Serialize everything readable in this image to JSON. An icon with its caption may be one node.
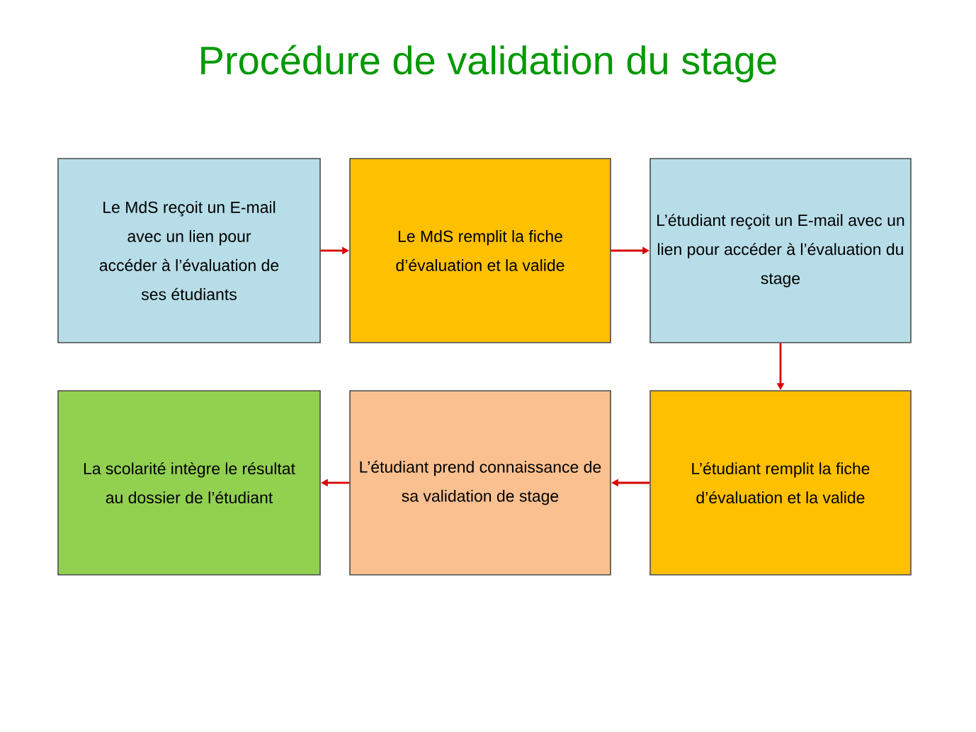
{
  "diagram": {
    "title": "Procédure de validation du stage",
    "nodes": [
      {
        "text": [
          "Le MdS reçoit un E-mail avec un lien pour accéder à l’évaluation de ses étudiants"
        ]
      },
      {
        "text": [
          "Le MdS remplit la fiche d’évaluation et la valide"
        ]
      },
      {
        "text": [
          "L’étudiant reçoit un E-mail avec un lien pour accéder à l’évaluation du stage"
        ]
      },
      {
        "text": [
          "L’étudiant remplit la fiche d’évaluation et la valide"
        ]
      },
      {
        "text": [
          "L’étudiant prend connaissance de sa validation de stage"
        ]
      },
      {
        "text": [
          "La scolarité intègre le résultat au dossier de l’étudiant"
        ]
      }
    ],
    "edges": [
      {
        "from": 0,
        "to": 1,
        "arrow": "to"
      },
      {
        "from": 1,
        "to": 2,
        "arrow": "to"
      },
      {
        "from": 2,
        "to": 3,
        "arrow": "to"
      },
      {
        "from": 3,
        "to": 4,
        "arrow": "to"
      },
      {
        "from": 4,
        "to": 5,
        "arrow": "to"
      }
    ]
  }
}
